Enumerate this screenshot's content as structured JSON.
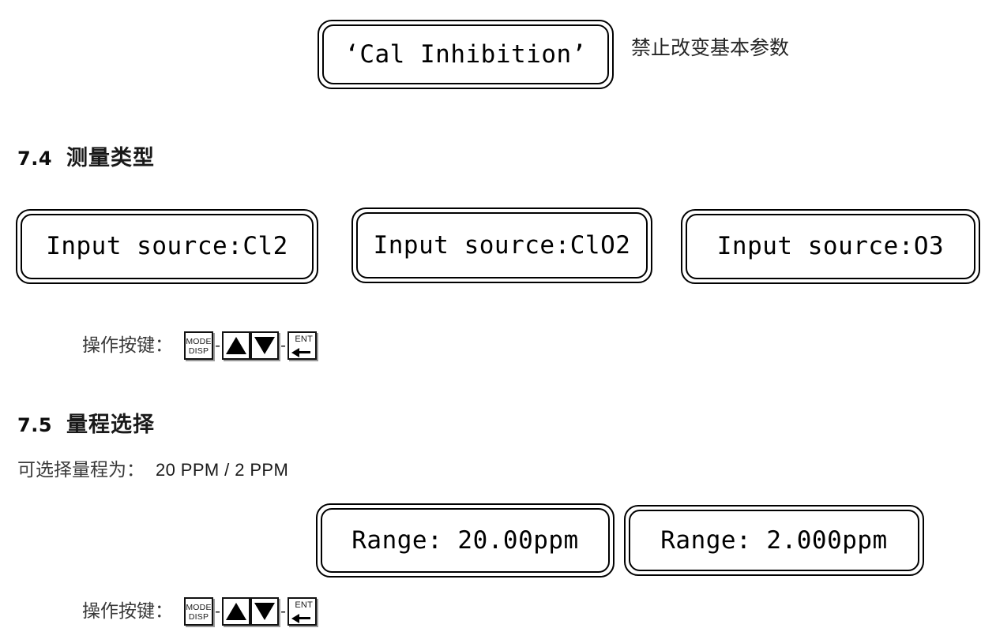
{
  "document": {
    "cal_inhibition": {
      "display_text": "‘Cal Inhibition’",
      "annotation": "禁止改变基本参数"
    },
    "sections": [
      {
        "number": "7.4",
        "title": "测量类型",
        "displays": [
          "Input source:Cl2",
          "Input source:ClO2",
          "Input source:O3"
        ],
        "keys_label": "操作按键："
      },
      {
        "number": "7.5",
        "title": "量程选择",
        "option_label": "可选择量程为：",
        "option_value": "20 PPM / 2 PPM",
        "displays": [
          "Range: 20.00ppm",
          "Range: 2.000ppm"
        ],
        "keys_label": "操作按键："
      }
    ],
    "keys": {
      "mode_line1": "MODE",
      "mode_line2": "DISP",
      "up": "▲",
      "down": "▼",
      "ent": "ENT",
      "separator": "-"
    },
    "colors": {
      "text": "#1a1a1a",
      "muted": "#3a3a3a",
      "border": "#000000",
      "background": "#ffffff"
    }
  }
}
